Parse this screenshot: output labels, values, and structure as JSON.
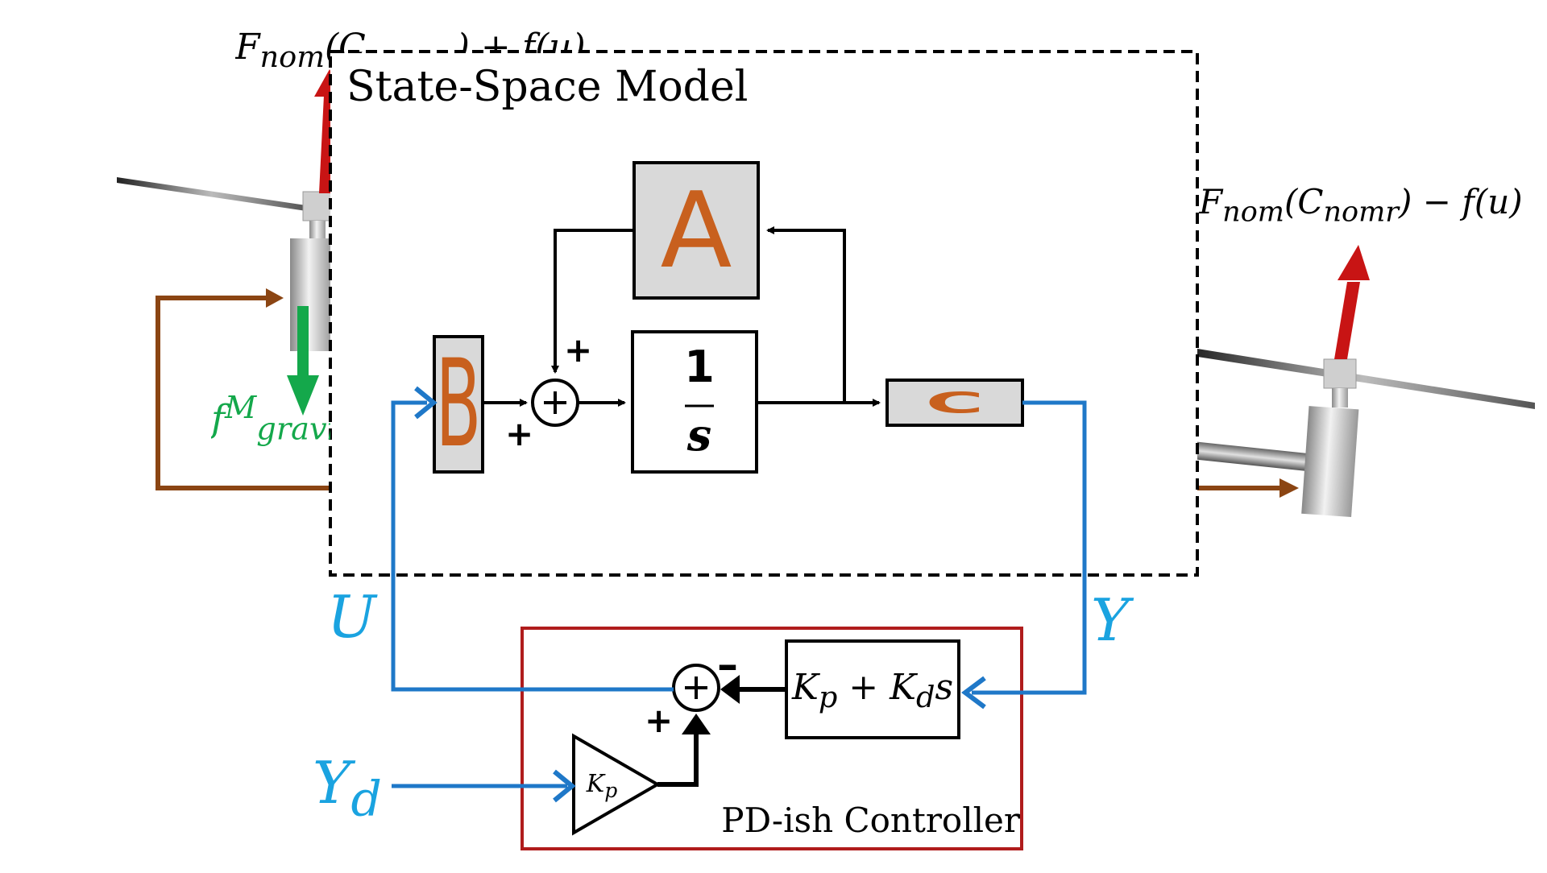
{
  "colors": {
    "black": "#000000",
    "blue": "#1f78c8",
    "cyan_label": "#1aa3e0",
    "brown": "#8b4513",
    "red_arrow": "#c81414",
    "green_arrow": "#14a84b",
    "controller_border": "#b01c1c",
    "block_fill": "#d9d9d9",
    "block_letter": "#c8601e"
  },
  "model_box": {
    "title": "State-Space Model"
  },
  "blocks": {
    "a_letter": "A",
    "b_letter": "B",
    "c_letter": "C",
    "integrator_num": "1",
    "integrator_den": "s",
    "pd_gain_html": "K<sub>p</sub> + K<sub>d</sub>s",
    "kp_triangle_html": "K<sub>p</sub>"
  },
  "signs": {
    "sum1_top": "+",
    "sum1_left": "+",
    "sum2_right": "–",
    "sum2_bottom": "+"
  },
  "signals": {
    "u": "U",
    "y": "Y",
    "yd_html": "Y<sub>d</sub>"
  },
  "controller": {
    "title": "PD-ish Controller"
  },
  "forces": {
    "left_top_visible": "F<sub>nom</sub>(C . . . .) + f(u)",
    "right_html": "F<sub>nom</sub>(C<sub>nomr</sub>) − f(u)",
    "gravity_html": "f<sup>M</sup><sub>gravit</sub>"
  }
}
